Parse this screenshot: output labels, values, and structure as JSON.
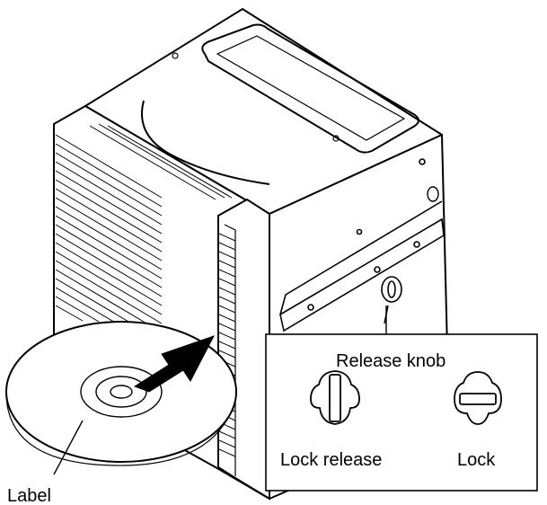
{
  "labels": {
    "disc_label": "Label",
    "callout_title": "Release knob",
    "lock_release": "Lock release",
    "lock": "Lock"
  },
  "icons": {
    "knob_release": "knob-vertical-slot-icon",
    "knob_lock": "knob-horizontal-slot-icon",
    "insert_arrow": "arrow-icon"
  },
  "colors": {
    "ink": "#000000",
    "paper": "#ffffff"
  }
}
